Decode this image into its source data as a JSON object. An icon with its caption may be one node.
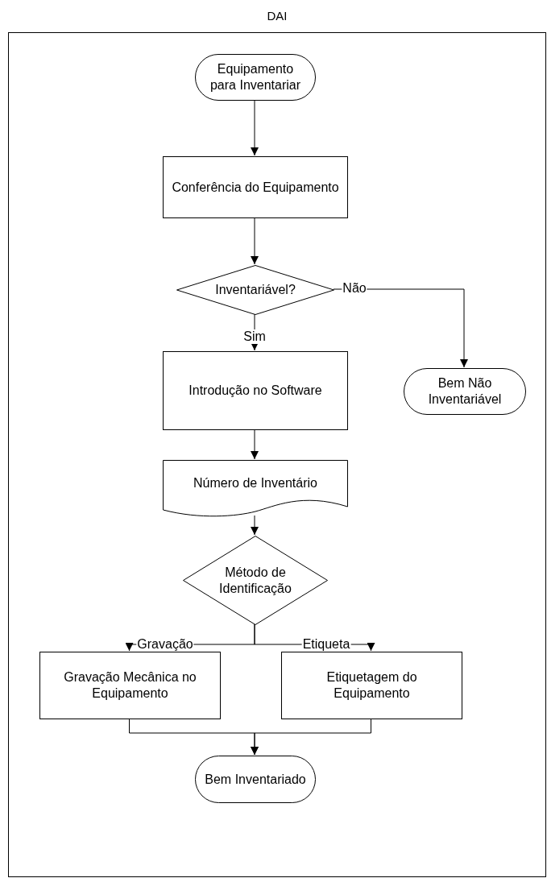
{
  "diagram": {
    "nodes": [
      {
        "text": [
          "DAI"
        ]
      },
      {
        "text": [
          "Equipamento para Inventariar"
        ],
        "in": 0
      },
      {
        "text": [
          "Conferência do Equipamento"
        ],
        "in": 0
      },
      {
        "text": [
          "Inventariável?"
        ],
        "in": 0
      },
      {
        "text": [
          "Bem Não Inventariável"
        ],
        "in": 0
      },
      {
        "text": [
          "Introdução no Software"
        ],
        "in": 0
      },
      {
        "text": [
          "Número de Inventário"
        ],
        "in": 0
      },
      {
        "text": [
          "Método de Identificação"
        ],
        "in": 0
      },
      {
        "text": [
          "Gravação Mecânica no Equipamento"
        ],
        "in": 0
      },
      {
        "text": [
          "Etiquetagem do Equipamento"
        ],
        "in": 0
      },
      {
        "text": [
          "Bem Inventariado"
        ],
        "in": 0
      }
    ],
    "edges": [
      {
        "from": 1,
        "to": 2,
        "arrow": "to"
      },
      {
        "from": 2,
        "to": 3,
        "arrow": "to"
      },
      {
        "from": 3,
        "to": 4,
        "arrow": "to",
        "label": "Não"
      },
      {
        "from": 3,
        "to": 5,
        "arrow": "to",
        "label": "Sim"
      },
      {
        "from": 5,
        "to": 6,
        "arrow": "to"
      },
      {
        "from": 6,
        "to": 7,
        "arrow": "to"
      },
      {
        "from": 7,
        "to": 8,
        "arrow": "to",
        "label": "Gravação"
      },
      {
        "from": 7,
        "to": 9,
        "arrow": "to",
        "label": "Etiqueta"
      },
      {
        "from": 8,
        "to": 10,
        "arrow": "to"
      },
      {
        "from": 9,
        "to": 10,
        "arrow": "to"
      }
    ]
  }
}
